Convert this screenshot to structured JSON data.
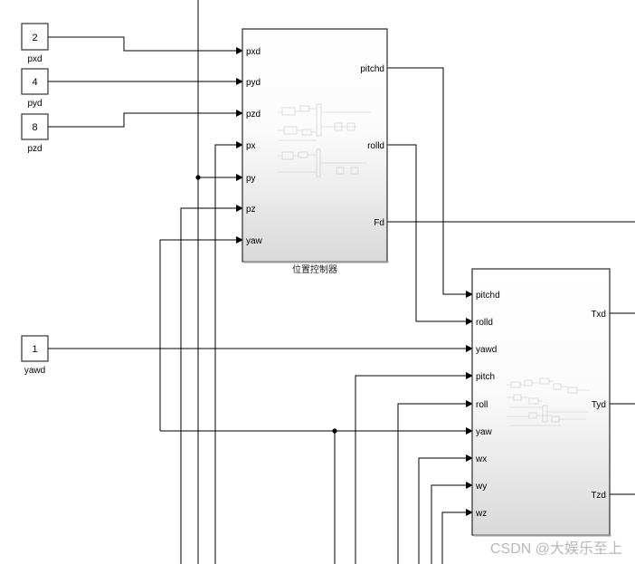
{
  "constants": [
    {
      "id": "pxd",
      "value": "2",
      "label": "pxd"
    },
    {
      "id": "pyd",
      "value": "4",
      "label": "pyd"
    },
    {
      "id": "pzd",
      "value": "8",
      "label": "pzd"
    },
    {
      "id": "yawd",
      "value": "1",
      "label": "yawd"
    }
  ],
  "position_controller": {
    "name": "位置控制器",
    "inputs": [
      "pxd",
      "pyd",
      "pzd",
      "px",
      "py",
      "pz",
      "yaw"
    ],
    "outputs": [
      "pitchd",
      "rolld",
      "Fd"
    ]
  },
  "attitude_controller": {
    "inputs": [
      "pitchd",
      "rolld",
      "yawd",
      "pitch",
      "roll",
      "yaw",
      "wx",
      "wy",
      "wz"
    ],
    "outputs": [
      "Txd",
      "Tyd",
      "Tzd"
    ]
  },
  "watermark": "CSDN @大娱乐至上",
  "colors": {
    "line": "#000000",
    "block_border": "#3a3a3a",
    "block_top": "#ffffff",
    "block_bottom": "#dcdcdc",
    "watermark": "#bdbdbd"
  }
}
